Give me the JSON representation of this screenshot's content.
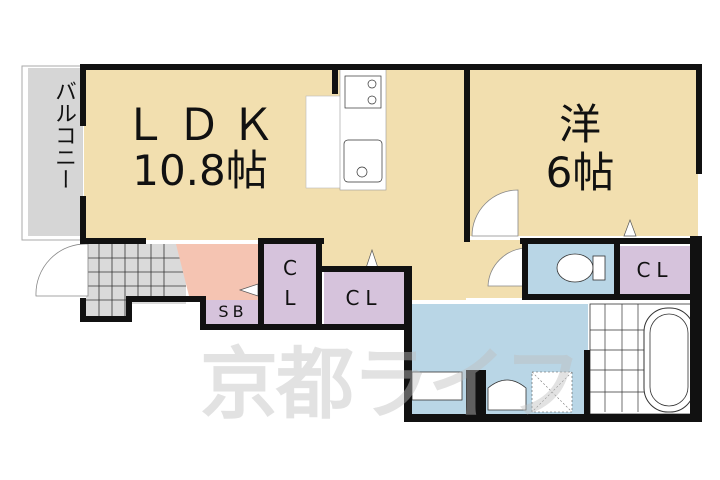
{
  "floorplan": {
    "rooms": {
      "ldk": {
        "name": "ＬＤＫ",
        "size": "10.8帖"
      },
      "western": {
        "name": "洋",
        "size": "6帖"
      },
      "balcony": {
        "name": "バルコニー"
      },
      "closet_small": {
        "name_line1": "C",
        "name_line2": "L"
      },
      "closet_mid": {
        "name": "CL"
      },
      "closet_right": {
        "name": "CL"
      },
      "shoe_box": {
        "name": "SB"
      }
    },
    "watermark": "京都ライフ",
    "colors": {
      "living": "#F2DFAF",
      "closet": "#D6C3DC",
      "bath_area": "#B9D6E6",
      "entrance": "#F5C4B2",
      "balcony": "#D6D6D6",
      "tile": "#DADADA",
      "wall": "#111111"
    }
  }
}
